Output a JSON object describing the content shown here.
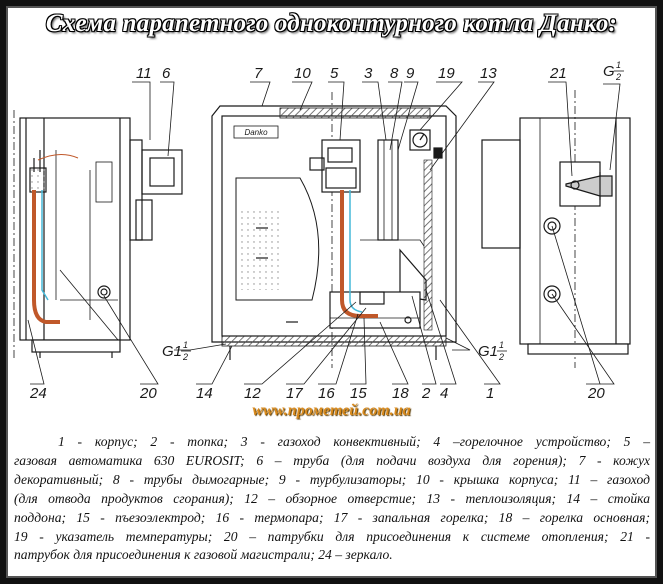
{
  "title": "Схема парапетного одноконтурного котла Данко:",
  "website": "www.прометей.com.ua",
  "callouts": {
    "n11": "11",
    "n6": "6",
    "n7": "7",
    "n10": "10",
    "n5": "5",
    "n3": "3",
    "n8": "8",
    "n9": "9",
    "n19": "19",
    "n13": "13",
    "n21": "21",
    "n24": "24",
    "n20a": "20",
    "n14": "14",
    "n12": "12",
    "n17": "17",
    "n16": "16",
    "n15": "15",
    "n18": "18",
    "n2": "2",
    "n4": "4",
    "n1": "1",
    "n20b": "20",
    "g_top": "G",
    "g_left": "G1",
    "g_right": "G1",
    "frac_num": "1",
    "frac_den": "2"
  },
  "brand_plate": "Danko",
  "legend_lines": [
    "1 - корпус; 2 - топка; 3 - газоход конвективный; 4 –горелочное устройство; 5 –",
    "газовая автоматика 630 EUROSIT; 6 – труба (для подачи воздуха для горения); 7 - кожух",
    "декоративный; 8 - трубы дымогарные; 9 - турбулизаторы; 10 - крышка корпуса; 11 – газоход",
    "(для отвода продуктов сгорания); 12 – обзорное отверстие; 13 - теплоизоляция; 14 – стойка",
    "поддона; 15 - пъезоэлектрод; 16 - термопара; 17 - запальная горелка; 18 – горелка основная;",
    "19 - указатель температуры; 20 – патрубки для присоединения к системе отопления; 21 -",
    "патрубок для присоединения к газовой магистрали; 24 – зеркало."
  ],
  "colors": {
    "line": "#1a1a1a",
    "pipe_copper": "#c0582a",
    "pipe_light": "#45b8d8",
    "website": "#d98a1c",
    "insulation": "#777777"
  }
}
